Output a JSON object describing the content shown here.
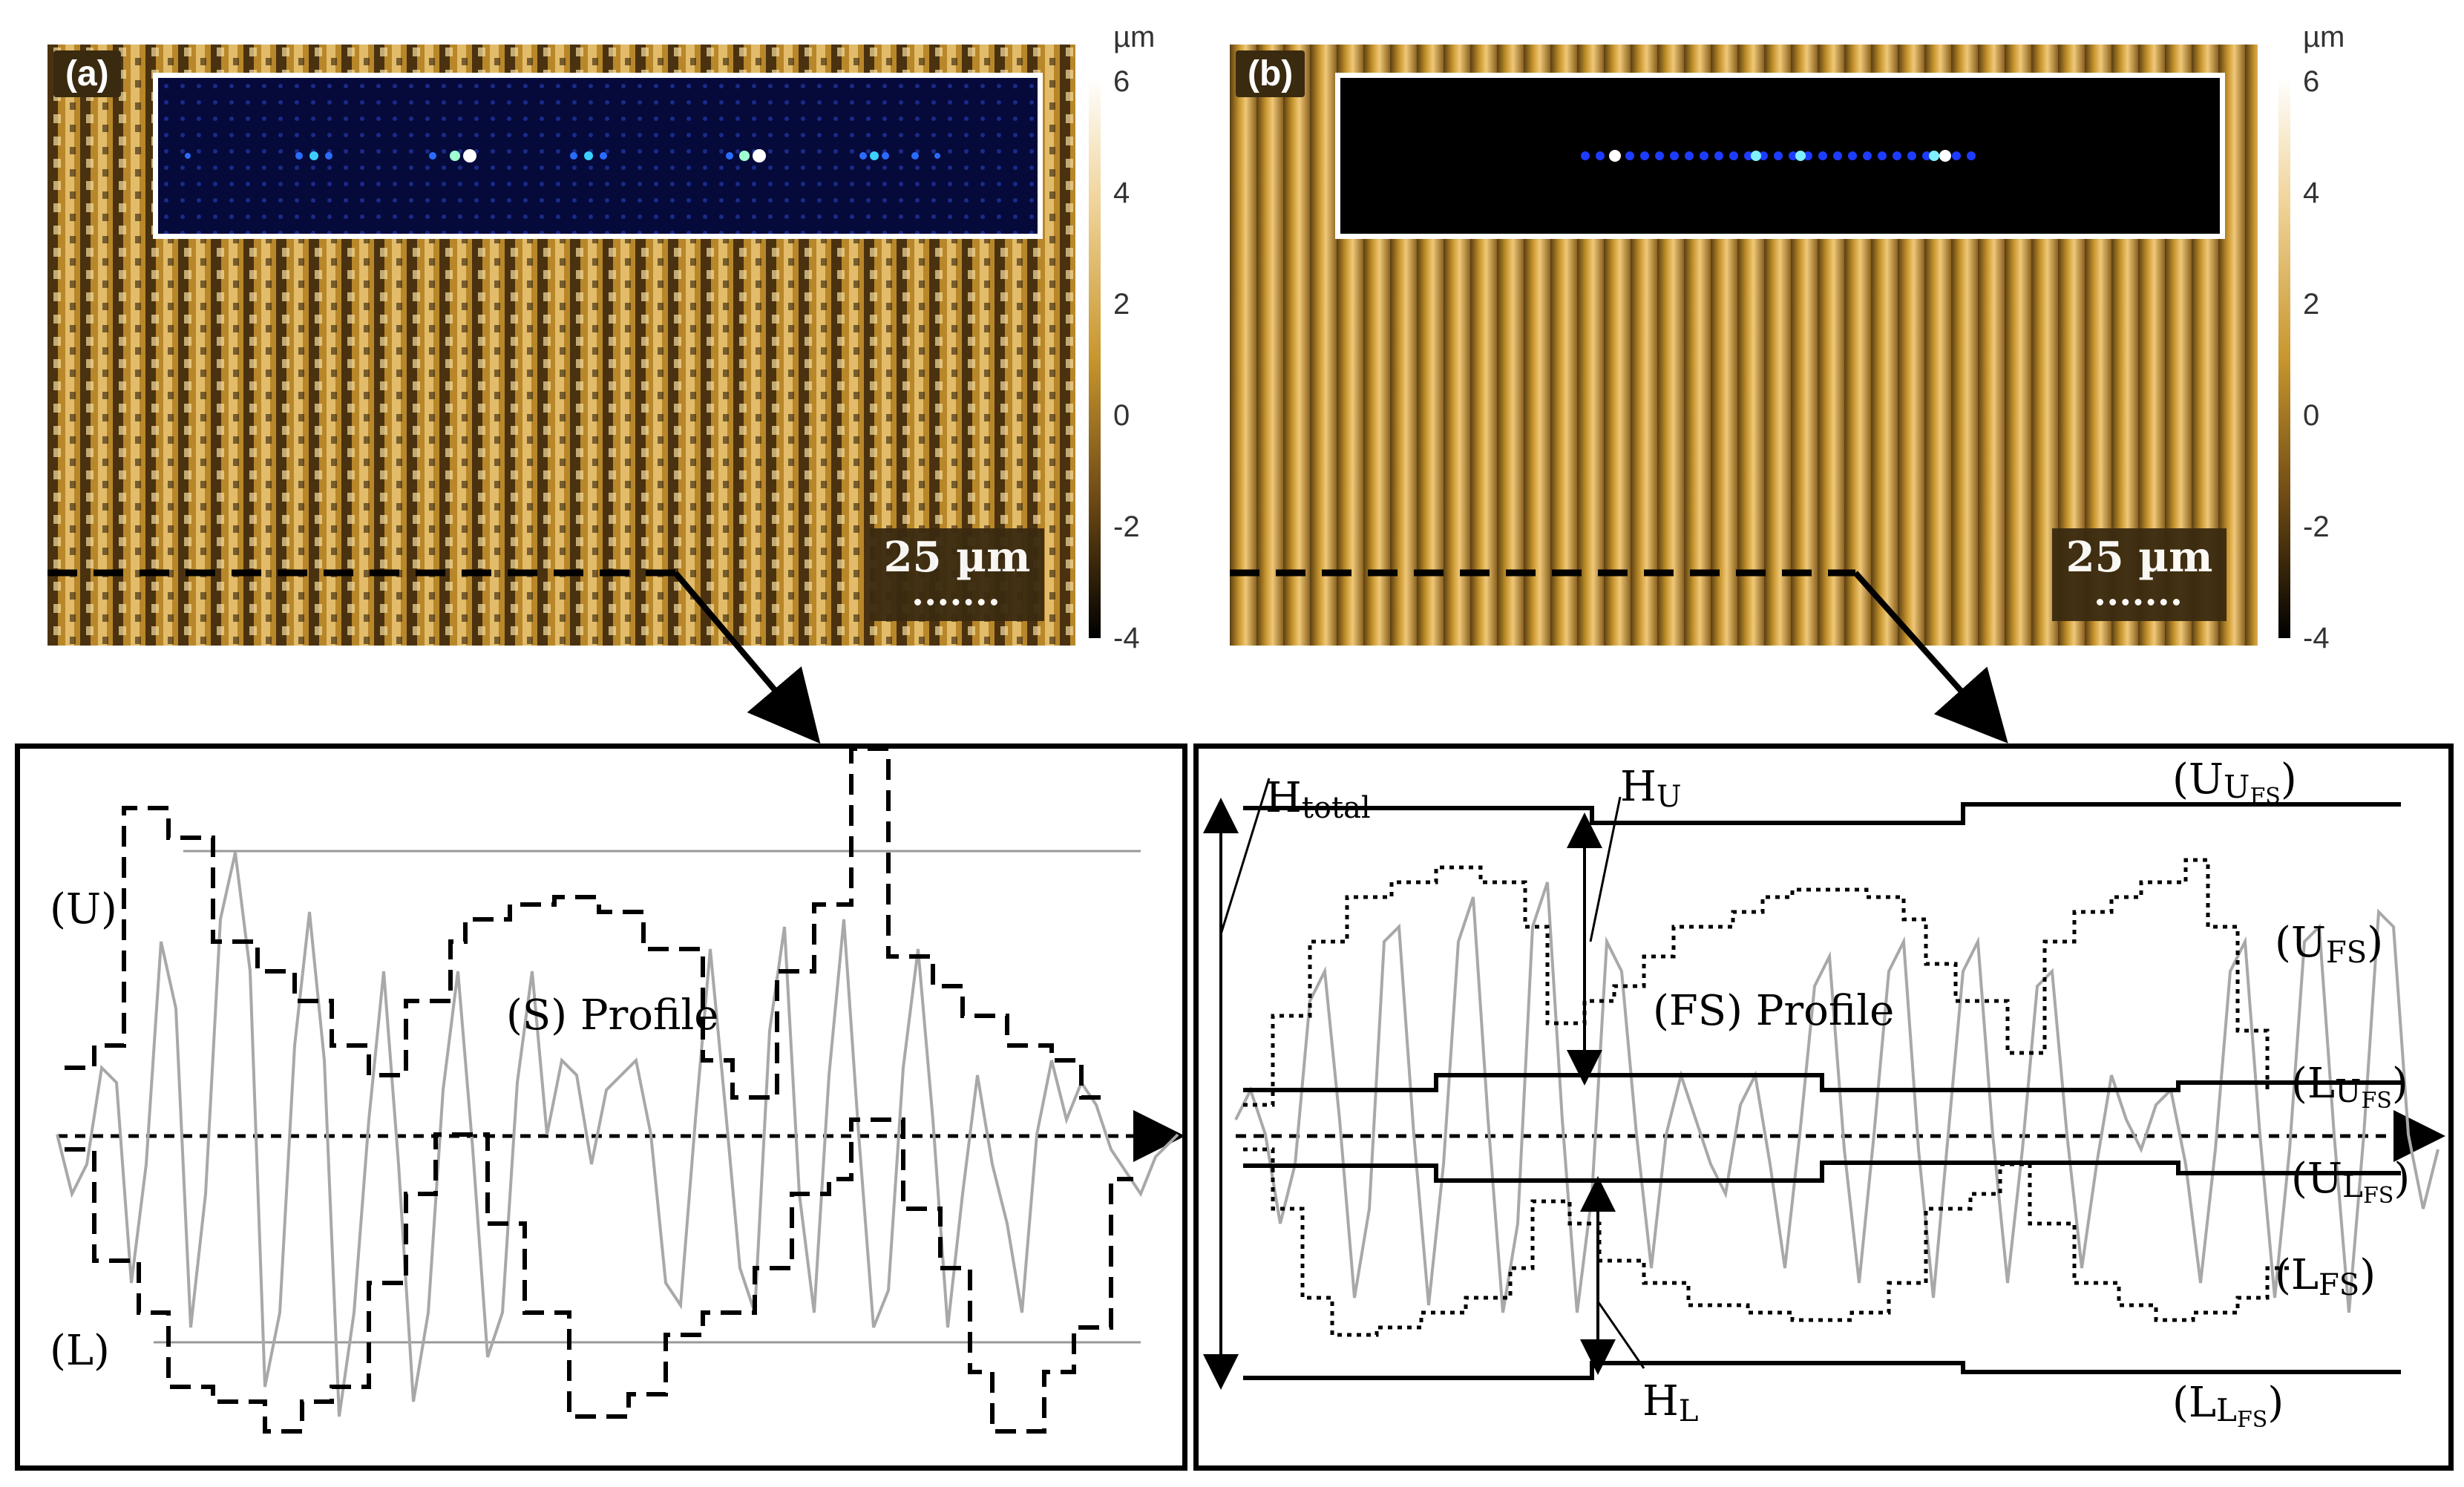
{
  "panel_a": {
    "label": "(a)",
    "scale_label": "25 µm"
  },
  "panel_b": {
    "label": "(b)",
    "scale_label": "25 µm"
  },
  "colorbar": {
    "unit": "µm",
    "ticks": [
      "6",
      "4",
      "2",
      "0",
      "-2",
      "-4"
    ]
  },
  "profile_s": {
    "upper_label": "(U)",
    "lower_label": "(L)",
    "profile_label": "(S) Profile"
  },
  "profile_fs": {
    "htotal_main": "H",
    "htotal_sub": "total",
    "hu_main": "H",
    "hu_sub": "U",
    "hl_main": "H",
    "hl_sub": "L",
    "profile_label": "(FS) Profile",
    "u_ufs": {
      "a": "(U",
      "b": "U",
      "c": "FS",
      "d": ")"
    },
    "ufs": {
      "a": "(U",
      "c": "FS",
      "d": ")"
    },
    "l_ufs": {
      "a": "(L",
      "b": "U",
      "c": "FS",
      "d": ")"
    },
    "u_lfs": {
      "a": "(U",
      "b": "L",
      "c": "FS",
      "d": ")"
    },
    "lfs": {
      "a": "(L",
      "c": "FS",
      "d": ")"
    },
    "l_lfs": {
      "a": "(L",
      "b": "L",
      "c": "FS",
      "d": ")"
    }
  },
  "colors": {
    "surface_gold": "#c8962e",
    "inset_blue": "#0a1a6a",
    "frame": "#000000"
  }
}
